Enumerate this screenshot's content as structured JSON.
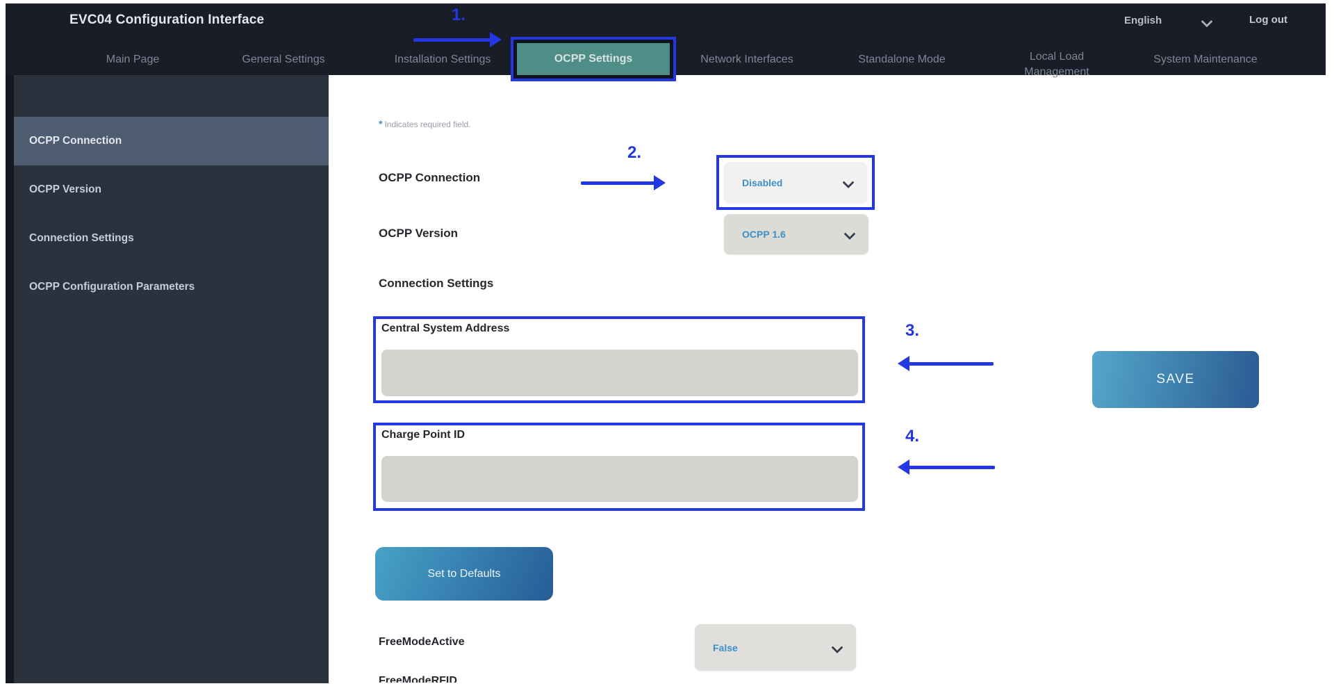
{
  "header": {
    "title": "EVC04 Configuration Interface",
    "language_label": "English",
    "logout_label": "Log out",
    "nav": [
      {
        "label": "Main Page"
      },
      {
        "label": "General Settings"
      },
      {
        "label": "Installation Settings"
      },
      {
        "label": "OCPP Settings",
        "active": true
      },
      {
        "label": "Network Interfaces"
      },
      {
        "label": "Standalone Mode"
      },
      {
        "label": "Local Load Management"
      },
      {
        "label": "System Maintenance"
      }
    ]
  },
  "annotations": {
    "step1": "1.",
    "step2": "2.",
    "step3": "3.",
    "step4": "4."
  },
  "sidebar": {
    "items": [
      {
        "label": "OCPP Connection",
        "active": true
      },
      {
        "label": "OCPP Version"
      },
      {
        "label": "Connection Settings"
      },
      {
        "label": "OCPP Configuration Parameters"
      }
    ]
  },
  "main": {
    "required_note": {
      "star": "*",
      "text": "Indicates required field."
    },
    "fields": {
      "ocpp_connection": {
        "label": "OCPP Connection",
        "value": "Disabled"
      },
      "ocpp_version": {
        "label": "OCPP Version",
        "value": "OCPP 1.6"
      },
      "section_heading": "Connection Settings",
      "central_system_address": {
        "label": "Central System Address",
        "value": ""
      },
      "charge_point_id": {
        "label": "Charge Point ID",
        "value": ""
      },
      "free_mode_active": {
        "label": "FreeModeActive",
        "value": "False"
      },
      "free_mode_rfid": {
        "label": "FreeModeRFID"
      }
    },
    "buttons": {
      "save": "SAVE",
      "set_defaults": "Set to Defaults"
    }
  },
  "colors": {
    "annotation_blue": "#2337e2",
    "active_tab_teal": "#4f8d87",
    "header_bg": "#181d27",
    "sidebar_bg": "#2b323e",
    "sidebar_active_bg": "#4f5c70",
    "select_text_blue": "#3b90c9",
    "input_gray": "#d5d3cd",
    "button_gradient_start": "#54a7ca",
    "button_gradient_end": "#2a5a92"
  }
}
